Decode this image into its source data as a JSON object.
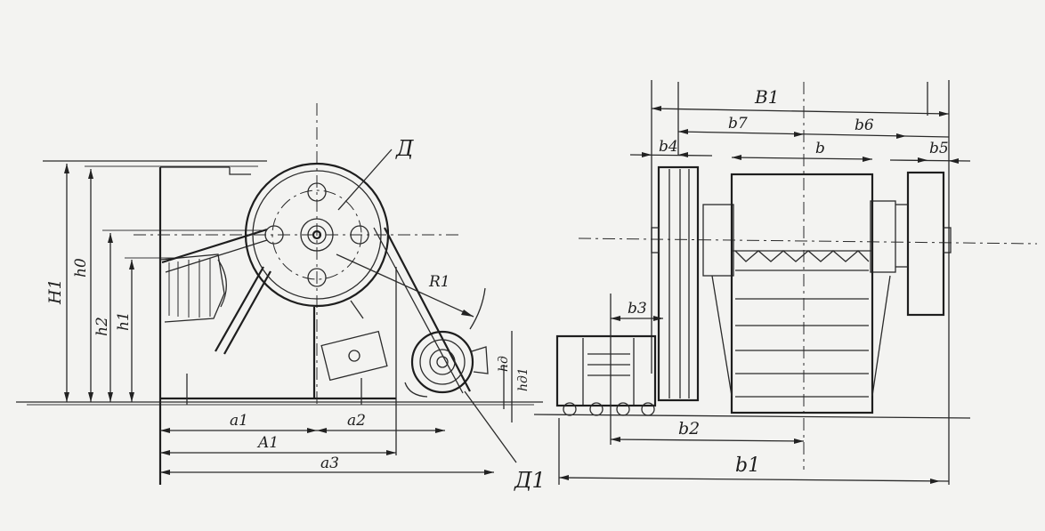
{
  "labels": {
    "drive_pulley": "Д",
    "motor_pulley": "Д1",
    "radius": "R1",
    "overall_height": "H1",
    "height_h0": "h0",
    "height_h2": "h2",
    "height_h1": "h1",
    "height_hd": "hд",
    "height_hd1": "hд1",
    "length_a1": "a1",
    "length_a2": "a2",
    "length_a3": "a3",
    "length_A1": "A1",
    "width_B1": "B1",
    "width_b": "b",
    "width_b1": "b1",
    "width_b2": "b2",
    "width_b3": "b3",
    "width_b4": "b4",
    "width_b5": "b5",
    "width_b6": "b6",
    "width_b7": "b7"
  }
}
